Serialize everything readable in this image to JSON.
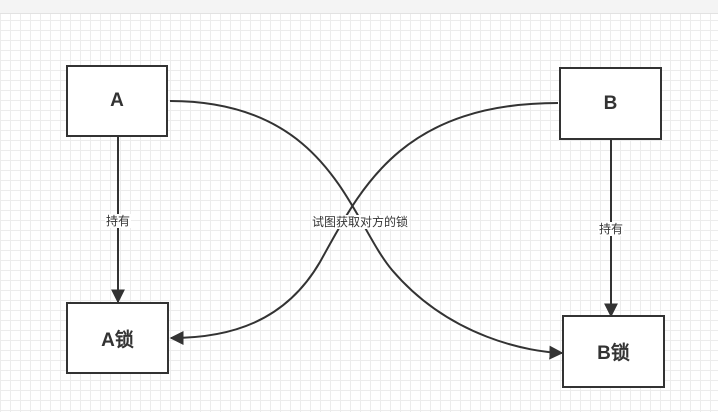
{
  "nodes": {
    "thread_a": "A",
    "thread_b": "B",
    "lock_a": "A锁",
    "lock_b": "B锁"
  },
  "edges": {
    "a_holds_label": "持有",
    "b_holds_label": "持有",
    "cross_label": "试图获取对方的锁"
  },
  "colors": {
    "stroke": "#333333",
    "grid": "#ececec",
    "background": "#ffffff"
  }
}
